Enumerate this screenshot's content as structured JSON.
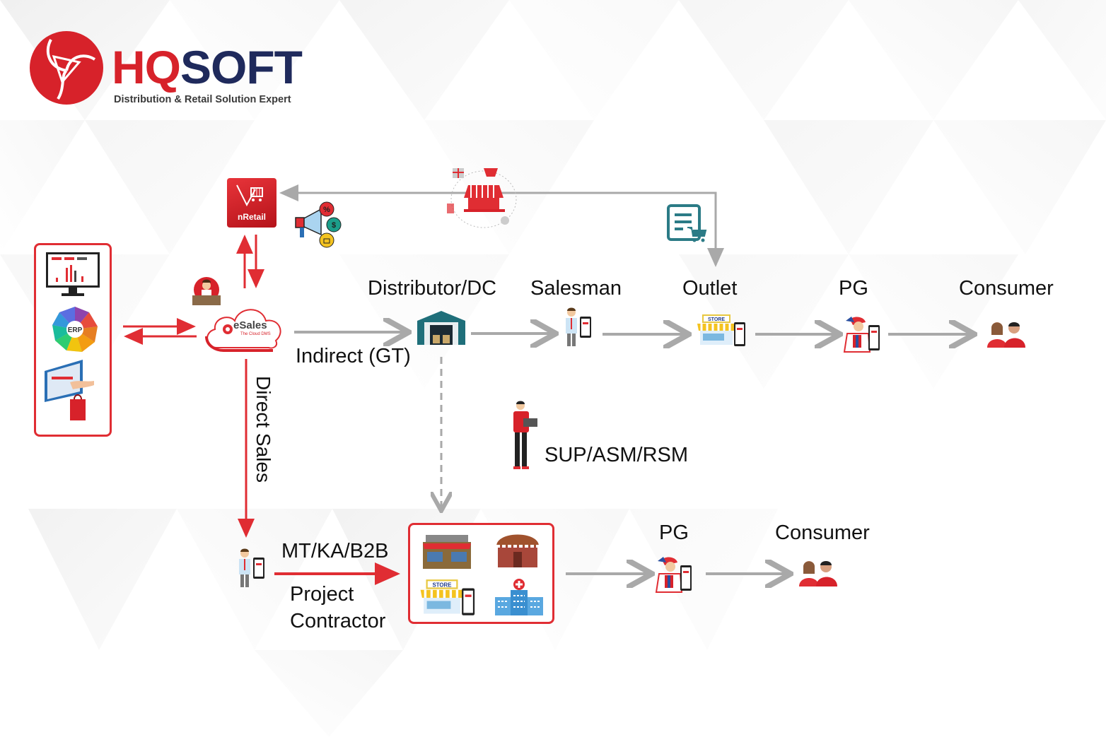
{
  "brand": {
    "name_part1": "HQ",
    "name_part2": "SOFT",
    "tagline": "Distribution & Retail Solution Expert",
    "colors": {
      "red": "#d7222a",
      "navy": "#1f2a5c",
      "box_border": "#e02d33",
      "teal": "#2b7b86",
      "arrow_gray": "#a9a9a9"
    }
  },
  "diagram": {
    "hub": {
      "name": "eSales",
      "subtitle": "The Cloud DMS"
    },
    "retail_app": {
      "name": "nRetail"
    },
    "left_systems": [
      {
        "icon": "dashboard-monitor-icon"
      },
      {
        "icon": "erp-wheel-icon",
        "label": "ERP"
      },
      {
        "icon": "ecommerce-monitor-icon"
      }
    ],
    "indirect_flow": {
      "channel_label": "Indirect (GT)",
      "nodes": [
        {
          "label": "Distributor/DC",
          "icon": "warehouse-icon"
        },
        {
          "label": "Salesman",
          "icon": "salesman-mobile-icon"
        },
        {
          "label": "Outlet",
          "icon": "store-mobile-icon"
        },
        {
          "label": "PG",
          "icon": "promoter-mobile-icon"
        },
        {
          "label": "Consumer",
          "icon": "consumers-icon"
        }
      ]
    },
    "direct_flow": {
      "channel_label": "Direct Sales",
      "segment_label": "MT/KA/B2B",
      "segment_label_2": "Project Contractor",
      "channel_icons": [
        "supermarket-icon",
        "restaurant-icon",
        "store-mobile-icon",
        "hospital-icon"
      ],
      "nodes": [
        {
          "label": "PG",
          "icon": "promoter-mobile-icon"
        },
        {
          "label": "Consumer",
          "icon": "consumers-icon"
        }
      ]
    },
    "supervisor": {
      "label": "SUP/ASM/RSM",
      "icon": "supervisor-laptop-icon"
    },
    "feedback": {
      "icons": [
        "online-shop-icon",
        "order-cart-doc-icon",
        "promotion-megaphone-icon"
      ]
    },
    "esales_operator_icon": "desk-operator-icon"
  }
}
